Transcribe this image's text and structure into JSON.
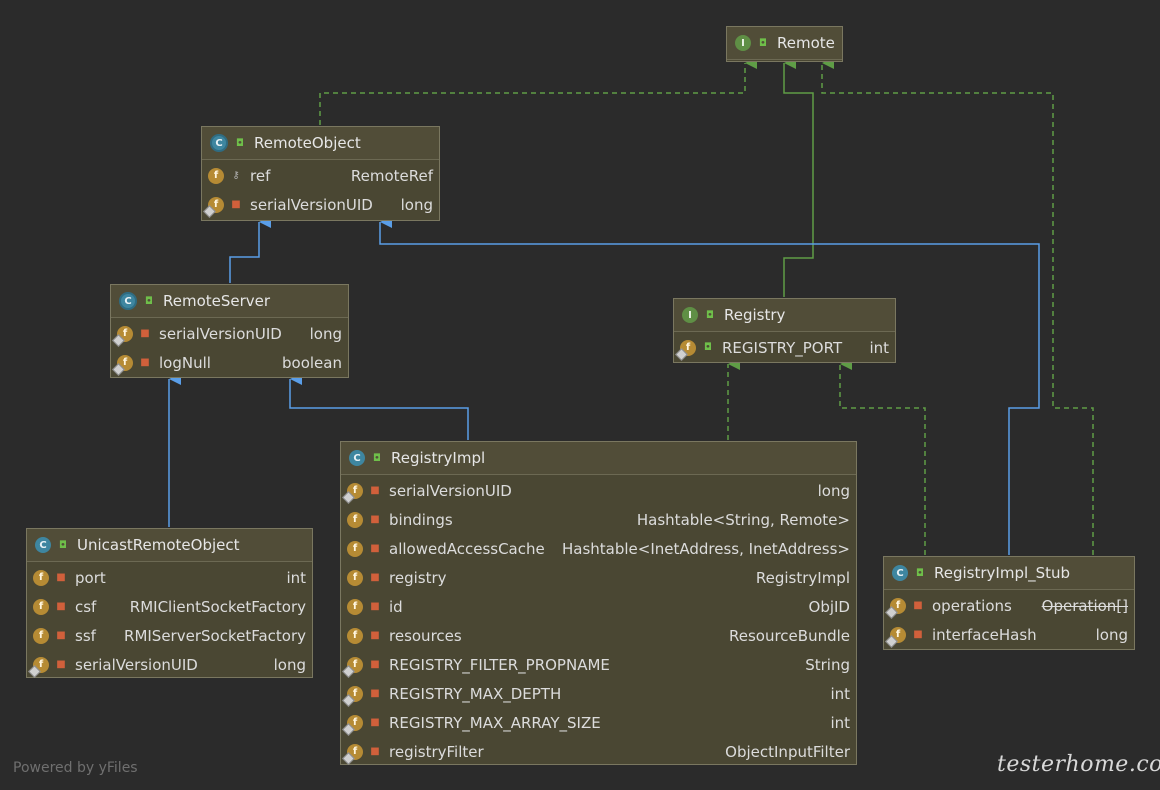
{
  "colors": {
    "background": "#2b2b2b",
    "node_fill": "#4a4733",
    "node_border": "#7a7760",
    "extends_edge": "#5a9ee8",
    "implements_edge": "#5f9d46"
  },
  "nodes": {
    "remote": {
      "kind": "interface",
      "icon": "interface-icon",
      "name": "Remote",
      "fields": []
    },
    "remote_object": {
      "kind": "abstract-class",
      "icon": "abstract-class-icon",
      "name": "RemoteObject",
      "fields": [
        {
          "name": "ref",
          "type": "RemoteRef",
          "visibility": "protected"
        },
        {
          "name": "serialVersionUID",
          "type": "long",
          "visibility": "private",
          "static": true
        }
      ]
    },
    "remote_server": {
      "kind": "abstract-class",
      "icon": "abstract-class-icon",
      "name": "RemoteServer",
      "fields": [
        {
          "name": "serialVersionUID",
          "type": "long",
          "visibility": "private",
          "static": true
        },
        {
          "name": "logNull",
          "type": "boolean",
          "visibility": "private",
          "static": true
        }
      ]
    },
    "registry": {
      "kind": "interface",
      "icon": "interface-icon",
      "name": "Registry",
      "fields": [
        {
          "name": "REGISTRY_PORT",
          "type": "int",
          "visibility": "public",
          "static": true
        }
      ]
    },
    "registry_impl": {
      "kind": "class",
      "icon": "class-icon",
      "name": "RegistryImpl",
      "fields": [
        {
          "name": "serialVersionUID",
          "type": "long",
          "visibility": "private",
          "static": true
        },
        {
          "name": "bindings",
          "type": "Hashtable<String, Remote>",
          "visibility": "private"
        },
        {
          "name": "allowedAccessCache",
          "type": "Hashtable<InetAddress, InetAddress>",
          "visibility": "private"
        },
        {
          "name": "registry",
          "type": "RegistryImpl",
          "visibility": "private"
        },
        {
          "name": "id",
          "type": "ObjID",
          "visibility": "private"
        },
        {
          "name": "resources",
          "type": "ResourceBundle",
          "visibility": "private"
        },
        {
          "name": "REGISTRY_FILTER_PROPNAME",
          "type": "String",
          "visibility": "private",
          "static": true
        },
        {
          "name": "REGISTRY_MAX_DEPTH",
          "type": "int",
          "visibility": "private",
          "static": true
        },
        {
          "name": "REGISTRY_MAX_ARRAY_SIZE",
          "type": "int",
          "visibility": "private",
          "static": true
        },
        {
          "name": "registryFilter",
          "type": "ObjectInputFilter",
          "visibility": "private",
          "static": true
        }
      ]
    },
    "unicast_remote_object": {
      "kind": "class",
      "icon": "class-icon",
      "name": "UnicastRemoteObject",
      "fields": [
        {
          "name": "port",
          "type": "int",
          "visibility": "private"
        },
        {
          "name": "csf",
          "type": "RMIClientSocketFactory",
          "visibility": "private"
        },
        {
          "name": "ssf",
          "type": "RMIServerSocketFactory",
          "visibility": "private"
        },
        {
          "name": "serialVersionUID",
          "type": "long",
          "visibility": "private",
          "static": true
        }
      ]
    },
    "registry_impl_stub": {
      "kind": "class",
      "icon": "class-icon",
      "name": "RegistryImpl_Stub",
      "fields": [
        {
          "name": "operations",
          "type": "Operation[]",
          "visibility": "private",
          "static": true,
          "deprecated_type": true
        },
        {
          "name": "interfaceHash",
          "type": "long",
          "visibility": "private",
          "static": true
        }
      ]
    }
  },
  "edges": [
    {
      "from": "remote_object",
      "to": "remote",
      "relation": "implements"
    },
    {
      "from": "registry",
      "to": "remote",
      "relation": "extends"
    },
    {
      "from": "registry_impl_stub",
      "to": "remote",
      "relation": "implements"
    },
    {
      "from": "remote_server",
      "to": "remote_object",
      "relation": "extends"
    },
    {
      "from": "registry_impl_stub",
      "to": "remote_object",
      "relation": "extends"
    },
    {
      "from": "unicast_remote_object",
      "to": "remote_server",
      "relation": "extends"
    },
    {
      "from": "registry_impl",
      "to": "remote_server",
      "relation": "extends"
    },
    {
      "from": "registry_impl",
      "to": "registry",
      "relation": "implements"
    },
    {
      "from": "registry_impl_stub",
      "to": "registry",
      "relation": "implements"
    }
  ],
  "footer": {
    "text": "Powered by yFiles"
  },
  "watermark": {
    "text": "testerhome.com"
  }
}
